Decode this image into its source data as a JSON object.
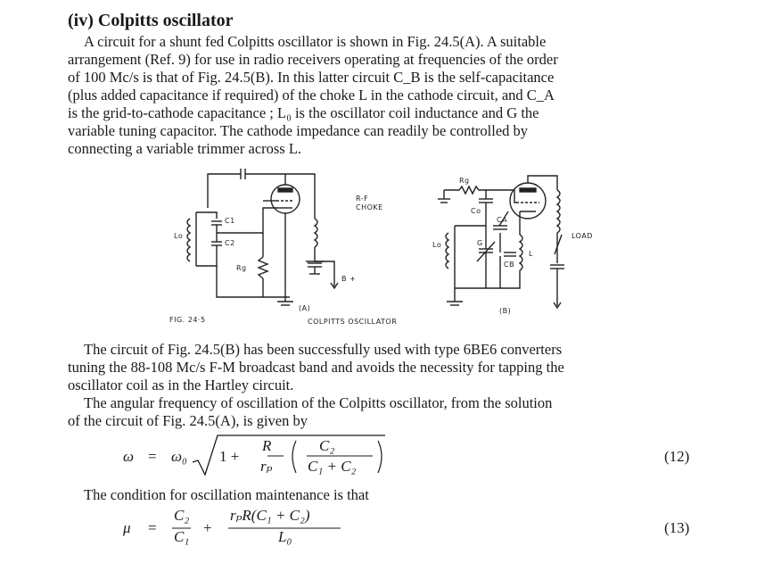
{
  "heading": "(iv) Colpitts oscillator",
  "para1": [
    "A circuit for a shunt fed Colpitts oscillator is shown in Fig. 24.5(A). A suitable",
    "arrangement (Ref. 9) for use in radio receivers operating at frequencies of the order",
    "of 100 Mc/s is that of Fig. 24.5(B). In this latter circuit C_B is the self-capacitance",
    "(plus added capacitance if required) of the choke L in the cathode circuit, and C_A",
    "is the grid-to-cathode capacitance ; L₀ is the oscillator coil inductance and G the",
    "variable tuning capacitor. The cathode impedance can readily be controlled by",
    "connecting a variable trimmer across L."
  ],
  "figure": {
    "fig_label": "FIG. 24·5",
    "caption": "COLPITTS OSCILLATOR",
    "label_a": "(A)",
    "label_b": "(B)",
    "rf_choke": "R-F",
    "rf_choke2": "CHOKE",
    "b_plus": "B +",
    "load": "LOAD",
    "lo": "Lo",
    "c1": "C1",
    "c2": "C2",
    "rg": "Rg",
    "ca": "CA",
    "cb": "CB",
    "c0": "Co",
    "g": "G",
    "l": "L",
    "r": "Rg"
  },
  "para2": [
    "The circuit of Fig. 24.5(B) has been successfully used with type 6BE6 converters",
    "tuning the 88-108 Mc/s F-M broadcast band and avoids the necessity for tapping the",
    "oscillator coil as in the Hartley circuit."
  ],
  "para3": [
    "The angular frequency of oscillation of the Colpitts oscillator, from the solution",
    "of the circuit of Fig. 24.5(A), is given by"
  ],
  "eq12": {
    "lhs": "ω",
    "eq": "=",
    "w0": "ω₀",
    "one": "1 +",
    "R": "R",
    "rp": "rₚ",
    "C2": "C₂",
    "den": "C₁ + C₂",
    "number": "(12)"
  },
  "para4": "The condition for oscillation maintenance is that",
  "eq13": {
    "lhs": "μ",
    "eq": "=",
    "C2": "C₂",
    "C1": "C₁",
    "plus": "+",
    "num2": "rₚR(C₁ + C₂)",
    "den2": "L₀",
    "number": "(13)"
  }
}
